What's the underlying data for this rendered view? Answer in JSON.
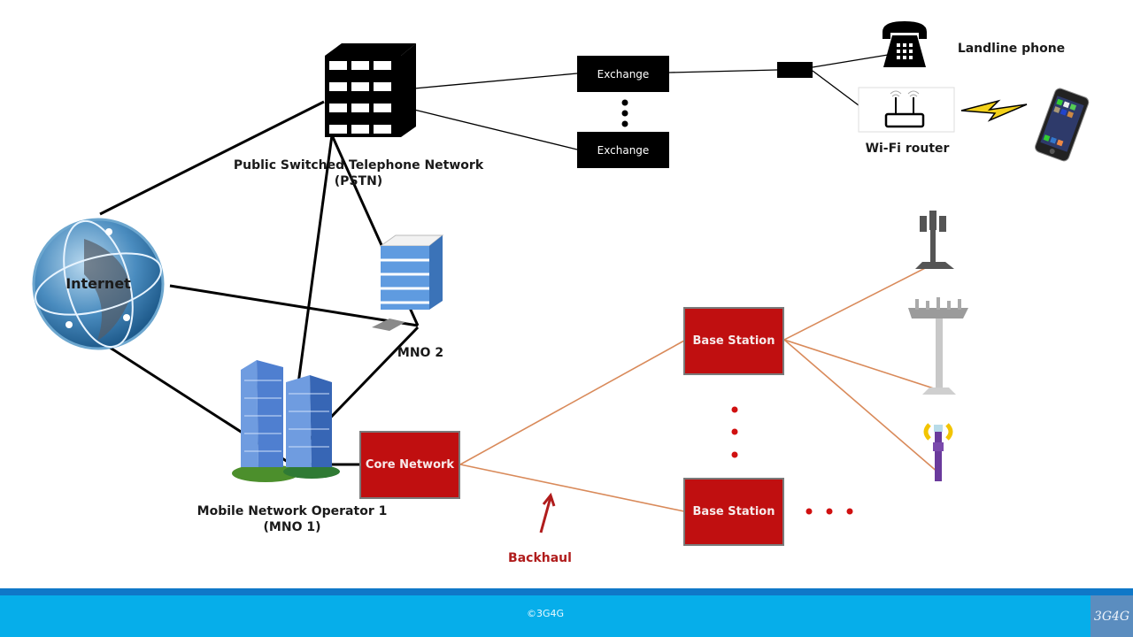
{
  "nodes": {
    "pstn": {
      "label_line1": "Public Switched Telephone Network",
      "label_line2": "(PSTN)",
      "icon": "building-grid-icon"
    },
    "exchange_top": {
      "label": "Exchange"
    },
    "exchange_bottom": {
      "label": "Exchange"
    },
    "landline": {
      "label": "Landline phone",
      "icon": "telephone-icon"
    },
    "wifi_router": {
      "label": "Wi-Fi router",
      "icon": "wifi-router-icon"
    },
    "smartphone": {
      "icon": "smartphone-icon"
    },
    "internet": {
      "label": "Internet",
      "icon": "globe-icon"
    },
    "mno2": {
      "label": "MNO 2",
      "icon": "office-building-icon"
    },
    "mno1": {
      "label_line1": "Mobile Network Operator 1",
      "label_line2": "(MNO 1)",
      "icon": "skyscrapers-icon"
    },
    "core_network": {
      "label": "Core Network"
    },
    "base_station_top": {
      "label": "Base Station"
    },
    "base_station_bottom": {
      "label": "Base Station"
    },
    "backhaul": {
      "label": "Backhaul"
    },
    "towers": [
      "cell-tower-icon",
      "macro-tower-icon",
      "small-cell-antenna-icon"
    ]
  },
  "colors": {
    "red_box": "#c00f10",
    "backhaul_line": "#d98a5a",
    "backhaul_label": "#b01c1c",
    "footer": "#06aeea",
    "footer_stripe": "#0f78c8",
    "logo_bg": "#5b8dbf"
  },
  "footer": {
    "copyright": "©3G4G",
    "logo": "3G4G"
  }
}
